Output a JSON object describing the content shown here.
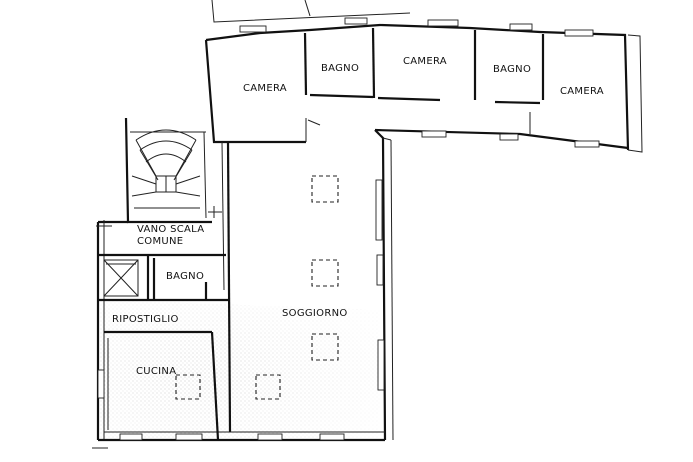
{
  "plan": {
    "rooms": [
      {
        "id": "camera-1",
        "label": "CAMERA"
      },
      {
        "id": "bagno-1",
        "label": "BAGNO"
      },
      {
        "id": "camera-2",
        "label": "CAMERA"
      },
      {
        "id": "bagno-2",
        "label": "BAGNO"
      },
      {
        "id": "camera-3",
        "label": "CAMERA"
      },
      {
        "id": "vano-scala",
        "label_line1": "VANO SCALA",
        "label_line2": "COMUNE"
      },
      {
        "id": "bagno-3",
        "label": "BAGNO"
      },
      {
        "id": "ripostiglio",
        "label": "RIPOSTIGLIO"
      },
      {
        "id": "soggiorno",
        "label": "SOGGIORNO"
      },
      {
        "id": "cucina",
        "label": "CUCINA"
      }
    ]
  }
}
